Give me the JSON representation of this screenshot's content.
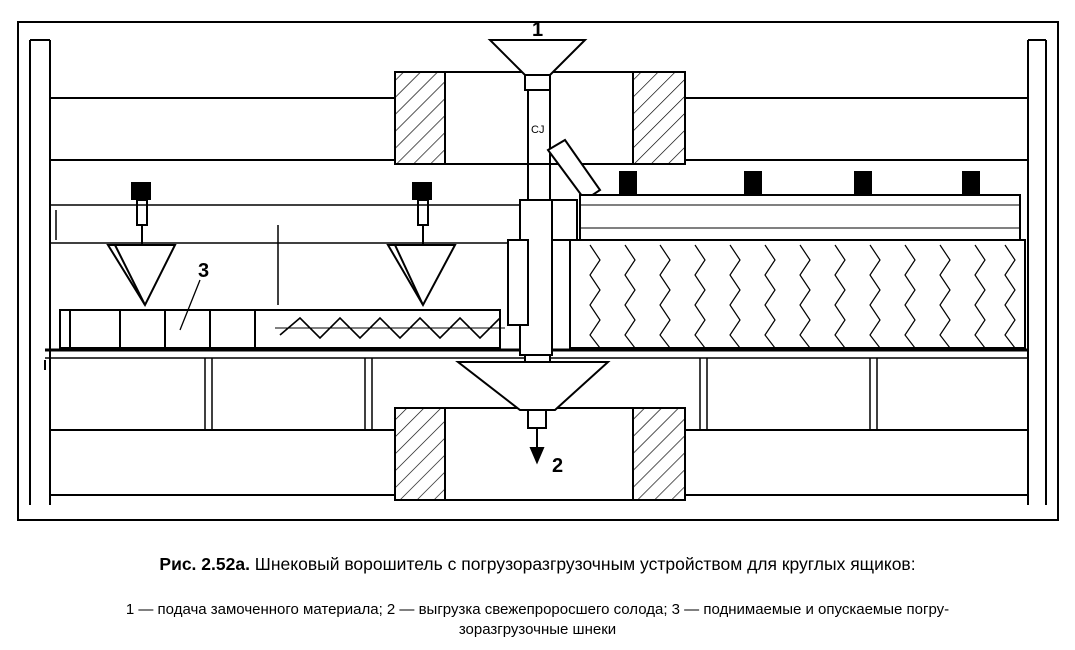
{
  "figure": {
    "callouts": {
      "feed": "1",
      "discharge": "2",
      "screws": "3"
    }
  },
  "caption": {
    "label": "Рис. 2.52а.",
    "title": " Шнековый ворошитель с погрузоразгрузочным устройством для круглых ящиков:"
  },
  "legend": {
    "line1": "1 — подача замоченного материала; 2 — выгрузка свежепроросшего солода; 3 — поднимаемые и опускаемые погру-",
    "line2": "зоразгрузочные шнеки"
  },
  "colors": {
    "ink": "#000000",
    "paper": "#ffffff"
  }
}
